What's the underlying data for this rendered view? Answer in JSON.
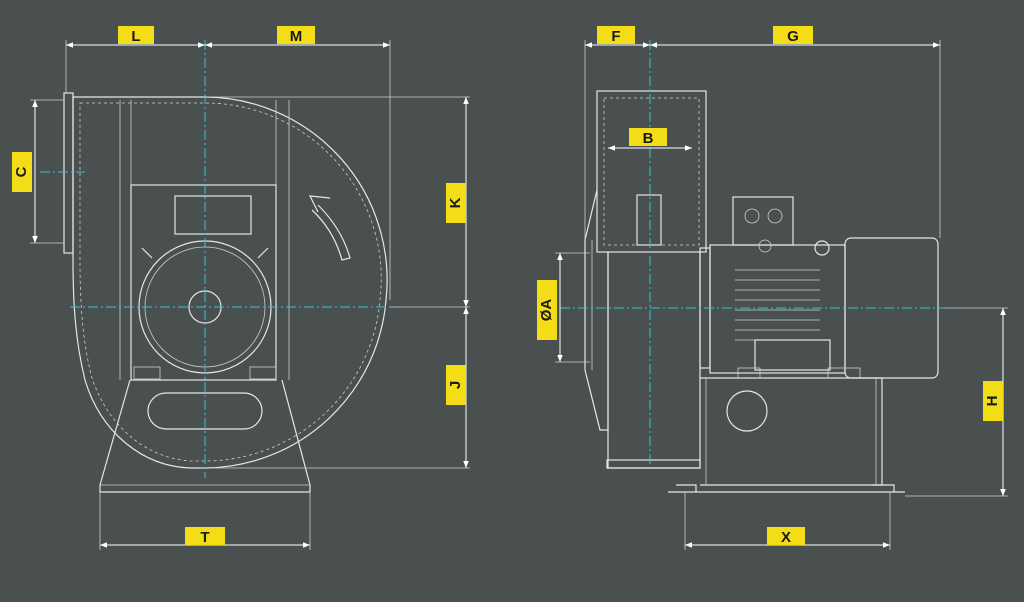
{
  "colors": {
    "background": "#4a4f4f",
    "outline": "#e6e6e6",
    "centerline": "#37c3c9",
    "label_fill": "#f2dd16",
    "label_text": "#1a1a1a"
  },
  "dimension_labels": {
    "L": "L",
    "M": "M",
    "C": "C",
    "K": "K",
    "J": "J",
    "T": "T",
    "F": "F",
    "G": "G",
    "B": "B",
    "A": "ØA",
    "H": "H",
    "X": "X"
  }
}
